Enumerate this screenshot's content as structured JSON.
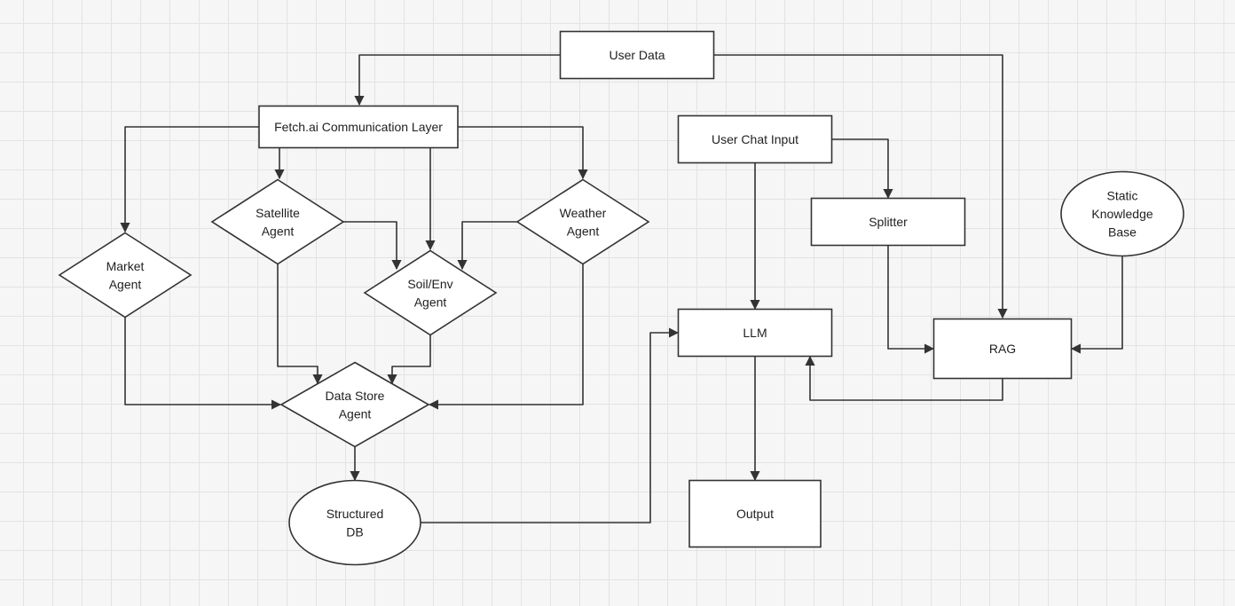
{
  "nodes": {
    "user_data": {
      "label": "User Data",
      "shape": "rectangle"
    },
    "fetch_layer": {
      "label": "Fetch.ai Communication Layer",
      "shape": "rectangle"
    },
    "market_agent": {
      "label": [
        "Market",
        "Agent"
      ],
      "shape": "diamond"
    },
    "satellite_agent": {
      "label": [
        "Satellite",
        "Agent"
      ],
      "shape": "diamond"
    },
    "soil_env_agent": {
      "label": [
        "Soil/Env",
        "Agent"
      ],
      "shape": "diamond"
    },
    "weather_agent": {
      "label": [
        "Weather",
        "Agent"
      ],
      "shape": "diamond"
    },
    "data_store_agent": {
      "label": [
        "Data Store",
        "Agent"
      ],
      "shape": "diamond"
    },
    "structured_db": {
      "label": [
        "Structured",
        "DB"
      ],
      "shape": "ellipse"
    },
    "user_chat_input": {
      "label": "User Chat Input",
      "shape": "rectangle"
    },
    "splitter": {
      "label": "Splitter",
      "shape": "rectangle"
    },
    "static_kb": {
      "label": [
        "Static",
        "Knowledge",
        "Base"
      ],
      "shape": "ellipse"
    },
    "llm": {
      "label": "LLM",
      "shape": "rectangle"
    },
    "rag": {
      "label": "RAG",
      "shape": "rectangle"
    },
    "output": {
      "label": "Output",
      "shape": "rectangle"
    }
  },
  "edges": [
    {
      "from": "user_data",
      "to": "fetch_layer"
    },
    {
      "from": "user_data",
      "to": "rag"
    },
    {
      "from": "fetch_layer",
      "to": "market_agent"
    },
    {
      "from": "fetch_layer",
      "to": "satellite_agent"
    },
    {
      "from": "fetch_layer",
      "to": "soil_env_agent"
    },
    {
      "from": "fetch_layer",
      "to": "weather_agent"
    },
    {
      "from": "satellite_agent",
      "to": "soil_env_agent"
    },
    {
      "from": "weather_agent",
      "to": "soil_env_agent"
    },
    {
      "from": "market_agent",
      "to": "data_store_agent"
    },
    {
      "from": "satellite_agent",
      "to": "data_store_agent"
    },
    {
      "from": "soil_env_agent",
      "to": "data_store_agent"
    },
    {
      "from": "weather_agent",
      "to": "data_store_agent"
    },
    {
      "from": "data_store_agent",
      "to": "structured_db"
    },
    {
      "from": "structured_db",
      "to": "llm"
    },
    {
      "from": "user_chat_input",
      "to": "splitter"
    },
    {
      "from": "user_chat_input",
      "to": "llm"
    },
    {
      "from": "splitter",
      "to": "rag"
    },
    {
      "from": "static_kb",
      "to": "rag"
    },
    {
      "from": "rag",
      "to": "llm"
    },
    {
      "from": "llm",
      "to": "output"
    }
  ]
}
